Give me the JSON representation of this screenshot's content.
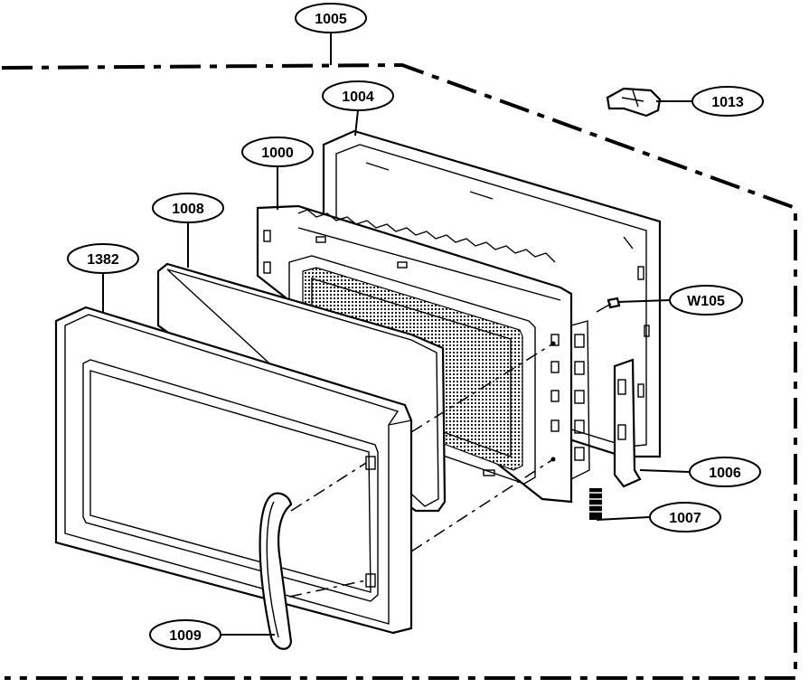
{
  "labels": {
    "l1005": "1005",
    "l1004": "1004",
    "l1013": "1013",
    "l1000": "1000",
    "l1008": "1008",
    "l1382": "1382",
    "lW105": "W105",
    "l1006": "1006",
    "l1007": "1007",
    "l1009": "1009"
  }
}
